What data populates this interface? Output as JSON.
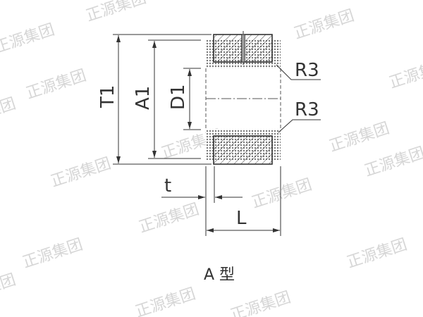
{
  "drawing": {
    "dimensions": {
      "T1": "T1",
      "A1": "A1",
      "D1": "D1",
      "t": "t",
      "L": "L"
    },
    "radius_labels": [
      "R3",
      "R3"
    ],
    "caption": "A 型",
    "watermark": "正源集团"
  },
  "colors": {
    "line": "#333333",
    "watermark": "#d6d6d6"
  }
}
